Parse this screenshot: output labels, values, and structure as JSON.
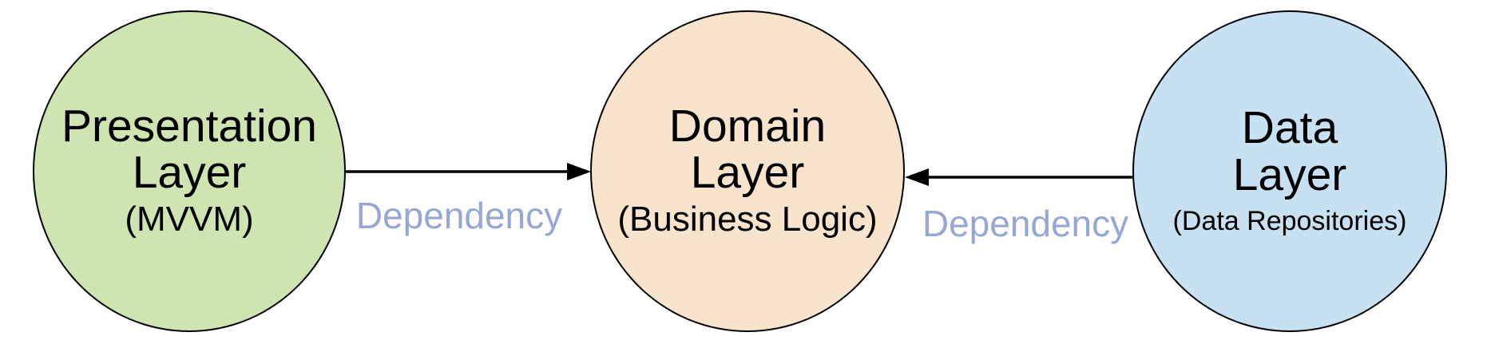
{
  "diagram": {
    "nodes": [
      {
        "id": "presentation",
        "title_line1": "Presentation",
        "title_line2": "Layer",
        "subtitle": "(MVVM)",
        "fill": "#cee5b2"
      },
      {
        "id": "domain",
        "title_line1": "Domain",
        "title_line2": "Layer",
        "subtitle": "(Business Logic)",
        "fill": "#f8e3cc"
      },
      {
        "id": "data",
        "title_line1": "Data",
        "title_line2": "Layer",
        "subtitle": "(Data Repositories)",
        "fill": "#c7e0f2"
      }
    ],
    "edges": [
      {
        "label": "Dependency",
        "from": "presentation",
        "to": "domain"
      },
      {
        "label": "Dependency",
        "from": "data",
        "to": "domain"
      }
    ],
    "colors": {
      "node_stroke": "#000000",
      "arrow": "#000000",
      "edge_label": "#96a7d3",
      "title_text": "#000000"
    }
  }
}
